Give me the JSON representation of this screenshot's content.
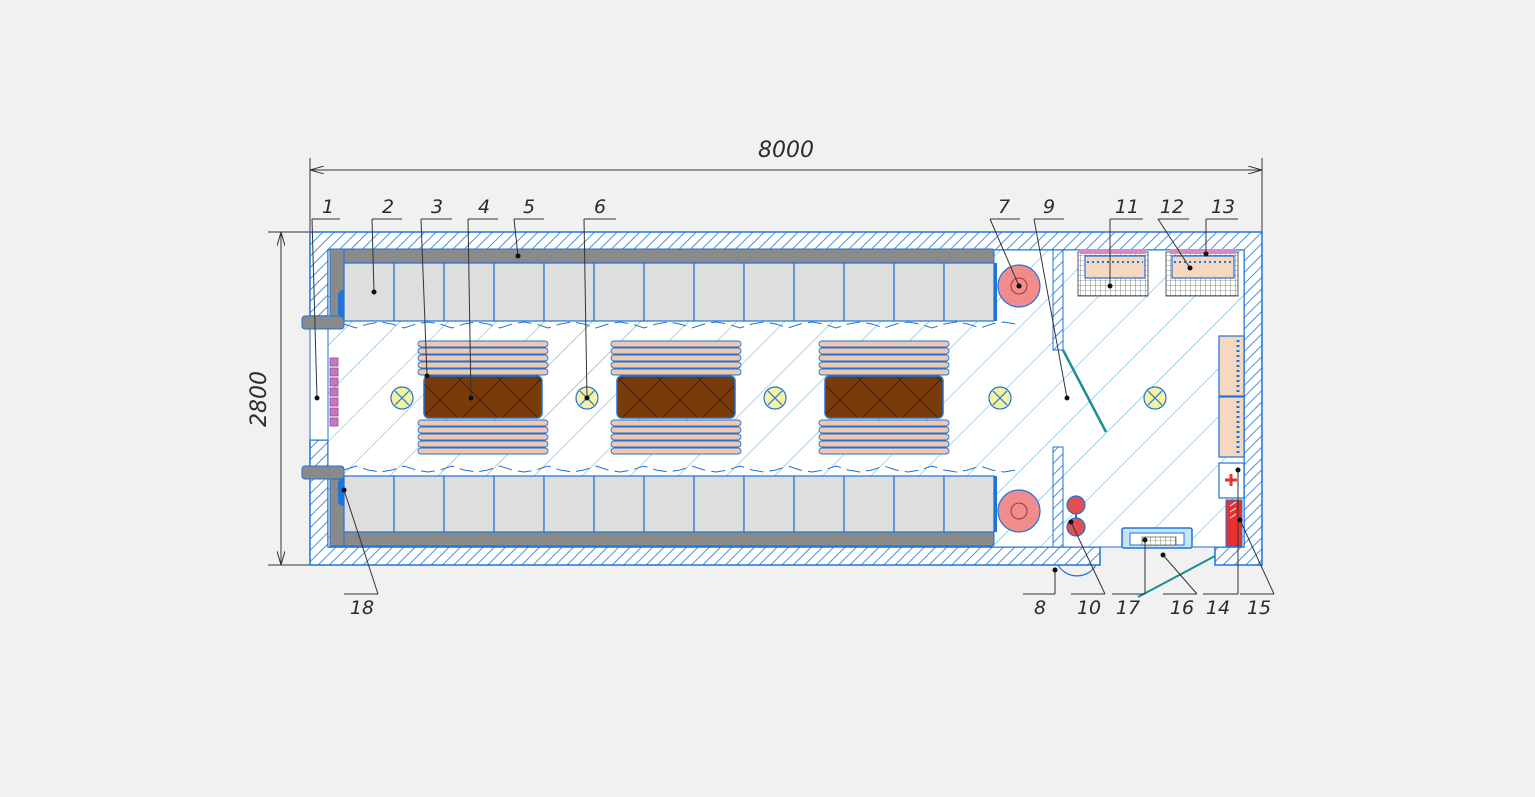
{
  "dimensions": {
    "length": "8000",
    "width": "2800"
  },
  "callouts": {
    "top": [
      "1",
      "2",
      "3",
      "4",
      "5",
      "6",
      "7",
      "9",
      "11",
      "12",
      "13"
    ],
    "bottom": [
      "18",
      "8",
      "10",
      "17",
      "16",
      "14",
      "15"
    ]
  },
  "colors": {
    "background": "#f1f1f1",
    "outline": "#1e73d8",
    "wall_hatch": "#1e73d8",
    "pipe": "#8a8a8a",
    "tank": "#dedede",
    "bed": "#7a3b0a",
    "cot": "#f0c8b0",
    "lamp": "#f6f3a0",
    "fan": "#f08c8c",
    "floor_hatch": "#2a8fd6",
    "door": "#1a8f8f",
    "alarm": "#e83030"
  },
  "icons": [
    "lamp-icon",
    "fan-icon",
    "first-aid-icon",
    "extinguisher-icon",
    "door-swing-icon"
  ]
}
